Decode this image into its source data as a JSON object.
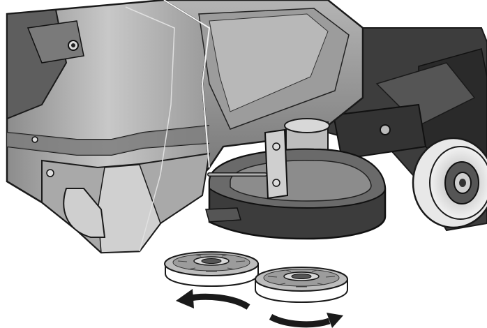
{
  "figure": {
    "subject": "floor-scrubber-brush-deck",
    "parts": [
      "machine-body",
      "brush-deck",
      "rear-wheel",
      "brush-pad-left",
      "brush-pad-right"
    ],
    "icons": [
      "rotation-arrow-counterclockwise-icon",
      "rotation-arrow-clockwise-icon"
    ]
  },
  "colors": {
    "outline": "#1a1a1a",
    "body_dark": "#6e6e6e",
    "body_mid": "#a6a6a6",
    "body_light": "#cfcfcf",
    "body_highlight": "#e6e6e6",
    "deck": "#3a3a3a",
    "pad_face": "#bdbdbd",
    "pad_rim": "#ffffff"
  }
}
